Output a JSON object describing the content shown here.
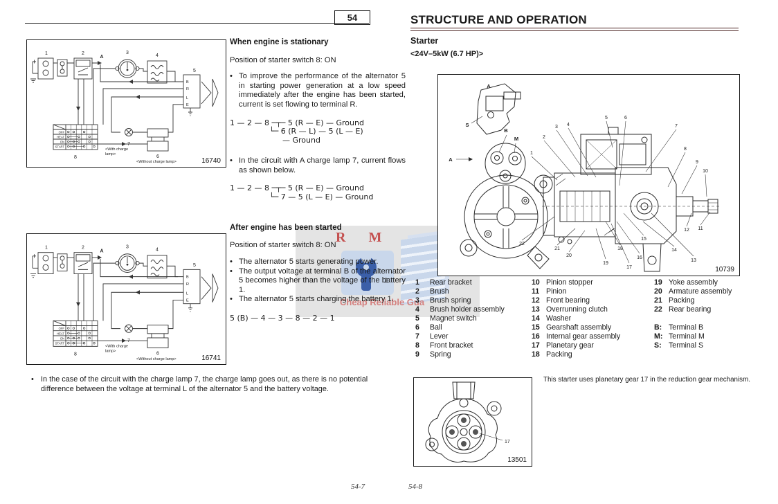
{
  "page_number": "54",
  "footer": {
    "left": "54-7",
    "right": "54-8"
  },
  "watermark": {
    "top": "R M",
    "num": "2",
    "caption": "Cheap Reliable Gua"
  },
  "left_page": {
    "fig1_number": "16740",
    "fig2_number": "16741",
    "circuit": {
      "labels": {
        "n1": "1",
        "n2": "2",
        "n3": "3",
        "n4": "4",
        "n5": "5",
        "n6": "6",
        "n7": "7",
        "n8": "8",
        "a": "A"
      },
      "terminals": [
        "B",
        "R",
        "L",
        "E"
      ],
      "switch_rows": [
        "OFF",
        "HEAT",
        "ON",
        "START"
      ],
      "with_lamp_l1": "<With charge",
      "with_lamp_l2": "lamp>",
      "without_lamp": "<Without charge lamp>"
    },
    "sec1": {
      "heading": "When engine is stationary",
      "position": "Position of starter switch 8:  ON",
      "b1": "To improve the performance of the alternator 5 in starting power generation at a low speed immediately after the engine has been started, current is set flowing to terminal R.",
      "f1_l1": "1 — 2 — 8 ─┬─ 5 (R — E) — Ground",
      "f1_l2": "└─ 6 (R — L) — 5 (L — E)",
      "f1_l3": "— Ground",
      "b2": "In the circuit with A charge lamp 7, current flows as shown below.",
      "f2_l1": "1 — 2 — 8 ─┬─ 5 (R — E) — Ground",
      "f2_l2": "└─ 7 — 5 (L — E) — Ground"
    },
    "sec2": {
      "heading": "After engine has been started",
      "position": "Position of starter switch 8:  ON",
      "b1": "The alternator 5 starts generating power.",
      "b2": "The output voltage at terminal B of the alternator 5 becomes higher than the voltage of the battery 1.",
      "b3": "The alternator 5 starts charging the battery 1.",
      "f3": "5 (B) — 4 — 3 — 8 — 2 — 1"
    },
    "note": "In the case of the circuit with the charge lamp 7, the charge lamp goes out, as there is no potential difference between the voltage at terminal L of the alternator 5 and the battery voltage."
  },
  "right_page": {
    "header": "STRUCTURE AND OPERATION",
    "starter_title": "Starter",
    "spec": "<24V–5kW (6.7 HP)>",
    "main_figure": {
      "number": "10739",
      "callouts": [
        "1",
        "2",
        "3",
        "4",
        "5",
        "6",
        "7",
        "8",
        "9",
        "10",
        "11",
        "12",
        "13",
        "14",
        "15",
        "16",
        "17",
        "18",
        "19",
        "20",
        "21",
        "22"
      ],
      "letters": [
        "A",
        "S",
        "B",
        "M"
      ]
    },
    "small_figure": {
      "number": "13501",
      "callout": "17"
    },
    "figure_note": "This starter uses planetary gear 17 in the reduction gear mechanism.",
    "parts_list": {
      "columns": [
        {
          "items": [
            {
              "num": "1",
              "name": "Rear bracket"
            },
            {
              "num": "2",
              "name": "Brush"
            },
            {
              "num": "3",
              "name": "Brush spring"
            },
            {
              "num": "4",
              "name": "Brush holder assembly"
            },
            {
              "num": "5",
              "name": "Magnet switch"
            },
            {
              "num": "6",
              "name": "Ball"
            },
            {
              "num": "7",
              "name": "Lever"
            },
            {
              "num": "8",
              "name": "Front bracket"
            },
            {
              "num": "9",
              "name": "Spring"
            }
          ]
        },
        {
          "items": [
            {
              "num": "10",
              "name": "Pinion stopper"
            },
            {
              "num": "11",
              "name": "Pinion"
            },
            {
              "num": "12",
              "name": "Front bearing"
            },
            {
              "num": "13",
              "name": "Overrunning clutch"
            },
            {
              "num": "14",
              "name": "Washer"
            },
            {
              "num": "15",
              "name": "Gearshaft assembly"
            },
            {
              "num": "16",
              "name": "Internal gear assembly"
            },
            {
              "num": "17",
              "name": "Planetary gear"
            },
            {
              "num": "18",
              "name": "Packing"
            }
          ]
        },
        {
          "items": [
            {
              "num": "19",
              "name": "Yoke assembly"
            },
            {
              "num": "20",
              "name": "Armature assembly"
            },
            {
              "num": "21",
              "name": "Packing"
            },
            {
              "num": "22",
              "name": "Rear bearing"
            }
          ],
          "terminals": [
            {
              "num": "B:",
              "name": "Terminal B"
            },
            {
              "num": "M:",
              "name": "Terminal M"
            },
            {
              "num": "S:",
              "name": "Terminal S"
            }
          ]
        }
      ]
    }
  }
}
